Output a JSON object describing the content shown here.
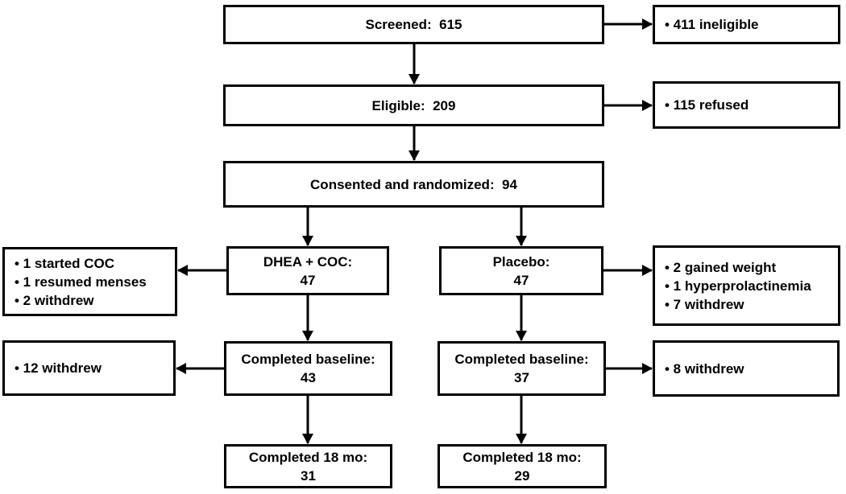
{
  "diagram": {
    "type": "consort-flow-diagram",
    "colors": {
      "box_border": "#000000",
      "box_fill": "#ffffff",
      "text": "#000000",
      "arrow": "#000000"
    },
    "boxes": {
      "screened": {
        "label": "Screened:  615"
      },
      "ineligible": {
        "items": [
          "• 411 ineligible"
        ]
      },
      "eligible": {
        "label": "Eligible:  209"
      },
      "refused": {
        "items": [
          "• 115 refused"
        ]
      },
      "consented": {
        "label": "Consented and randomized:  94"
      },
      "dhea": {
        "label": "DHEA + COC:",
        "value": "47"
      },
      "placebo": {
        "label": "Placebo:",
        "value": "47"
      },
      "dhea_exclusions": {
        "items": [
          "• 1 started COC",
          "• 1 resumed menses",
          "• 2 withdrew"
        ]
      },
      "placebo_exclusions": {
        "items": [
          "• 2 gained weight",
          "• 1 hyperprolactinemia",
          "• 7 withdrew"
        ]
      },
      "baseline_dhea": {
        "label": "Completed baseline:",
        "value": "43"
      },
      "baseline_placebo": {
        "label": "Completed baseline:",
        "value": "37"
      },
      "withdrew_dhea": {
        "items": [
          "• 12 withdrew"
        ]
      },
      "withdrew_placebo": {
        "items": [
          "• 8 withdrew"
        ]
      },
      "completed18_dhea": {
        "label": "Completed 18 mo:",
        "value": "31"
      },
      "completed18_placebo": {
        "label": "Completed 18 mo:",
        "value": "29"
      }
    }
  }
}
